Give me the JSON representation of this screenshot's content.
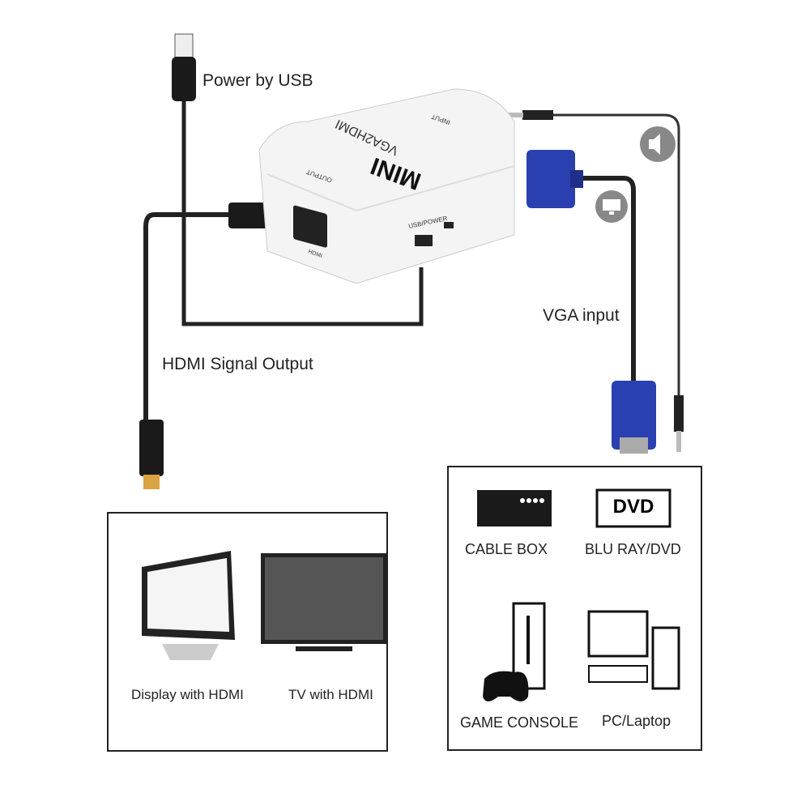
{
  "labels": {
    "power": "Power by USB",
    "hdmi_out": "HDMI Signal Output",
    "vga_in": "VGA input"
  },
  "device": {
    "brand": "MINI",
    "model": "VGA2HDMI",
    "output": "OUTPUT",
    "hdmi_port": "HDMI",
    "usb_port": "USB/POWER",
    "input": "INPUT"
  },
  "outputs_panel": {
    "items": [
      {
        "label": "Display with HDMI"
      },
      {
        "label": "TV with HDMI"
      }
    ]
  },
  "sources_panel": {
    "items": [
      {
        "label": "CABLE BOX"
      },
      {
        "label": "BLU RAY/DVD",
        "badge": "DVD"
      },
      {
        "label": "GAME CONSOLE"
      },
      {
        "label": "PC/Laptop"
      }
    ]
  },
  "colors": {
    "vga_blue": "#2a3fb0",
    "cable": "#1a1a1a",
    "gold": "#d9a441"
  }
}
